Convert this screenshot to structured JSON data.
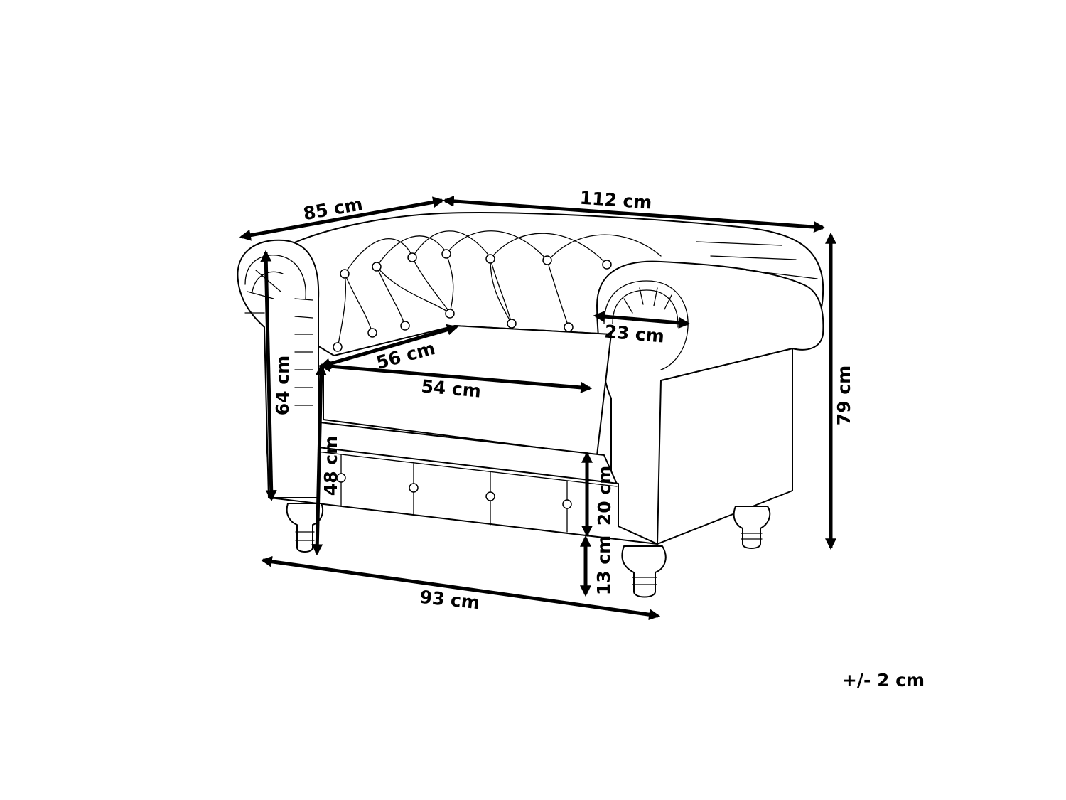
{
  "dimensions": {
    "depth": "85 cm",
    "width": "112 cm",
    "arm_width": "23 cm",
    "seat_depth": "56 cm",
    "seat_width": "54 cm",
    "arm_height": "64 cm",
    "seat_height": "48 cm",
    "seat_thickness": "20 cm",
    "leg_height": "13 cm",
    "total_height": "79 cm",
    "base_width": "93 cm"
  },
  "tolerance": "+/- 2 cm",
  "colors": {
    "line": "#000000",
    "background": "#ffffff"
  }
}
